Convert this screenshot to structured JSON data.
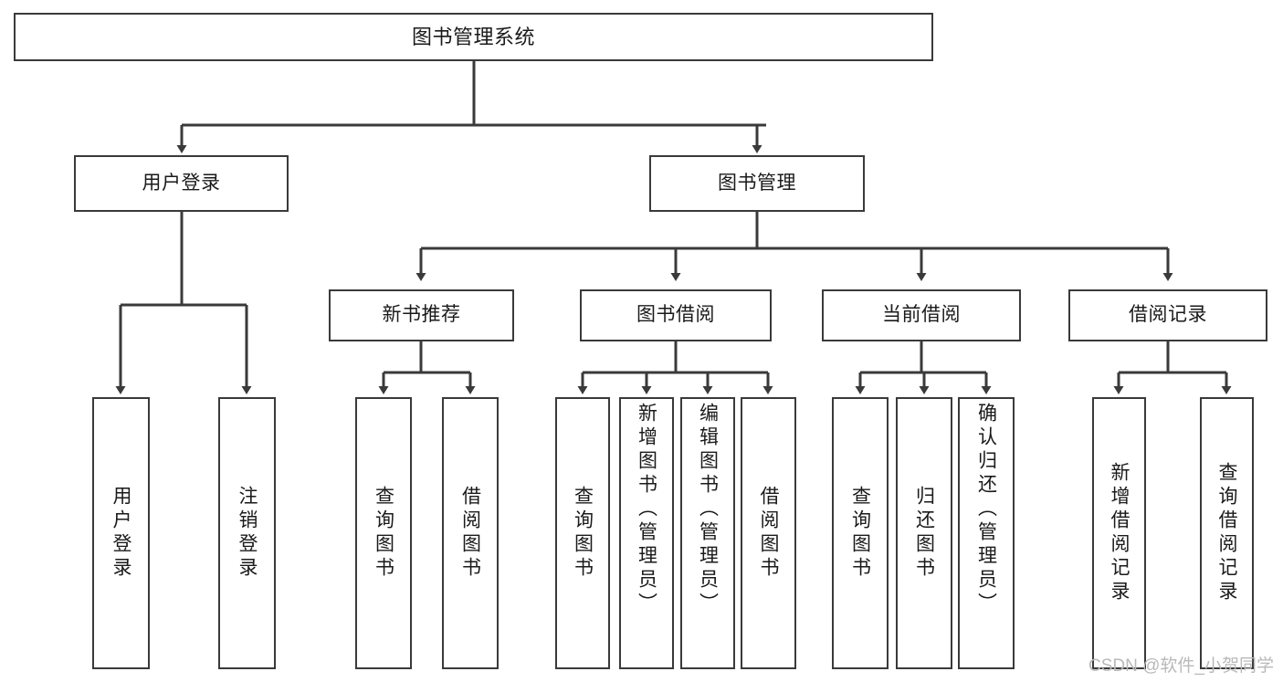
{
  "diagram": {
    "title": "图书管理系统",
    "root": {
      "id": "root",
      "label": "图书管理系统"
    },
    "level2": [
      {
        "id": "user-login",
        "label": "用户登录"
      },
      {
        "id": "book-manage",
        "label": "图书管理"
      }
    ],
    "level3": [
      {
        "id": "new-book-recommend",
        "label": "新书推荐"
      },
      {
        "id": "book-borrow",
        "label": "图书借阅"
      },
      {
        "id": "current-borrow",
        "label": "当前借阅"
      },
      {
        "id": "borrow-record",
        "label": "借阅记录"
      }
    ],
    "leaves": {
      "user_login": [
        {
          "id": "leaf-user-login",
          "label": "用户登录"
        },
        {
          "id": "leaf-user-logout",
          "label": "注销登录"
        }
      ],
      "new_book_recommend": [
        {
          "id": "leaf-query-book-1",
          "label": "查询图书"
        },
        {
          "id": "leaf-borrow-book-1",
          "label": "借阅图书"
        }
      ],
      "book_borrow": [
        {
          "id": "leaf-query-book-2",
          "label": "查询图书"
        },
        {
          "id": "leaf-add-book",
          "label": "新增图书（管理员）"
        },
        {
          "id": "leaf-edit-book",
          "label": "编辑图书（管理员）"
        },
        {
          "id": "leaf-borrow-book-2",
          "label": "借阅图书"
        }
      ],
      "current_borrow": [
        {
          "id": "leaf-query-book-3",
          "label": "查询图书"
        },
        {
          "id": "leaf-return-book",
          "label": "归还图书"
        },
        {
          "id": "leaf-confirm-return",
          "label": "确认归还（管理员）"
        }
      ],
      "borrow_record": [
        {
          "id": "leaf-add-record",
          "label": "新增借阅记录"
        },
        {
          "id": "leaf-query-record",
          "label": "查询借阅记录"
        }
      ]
    },
    "watermark": "CSDN @软件_小贺同学",
    "colors": {
      "border": "#3a3a3a",
      "text": "#1a1a1a",
      "background": "#ffffff",
      "watermark": "#b9b9b9"
    }
  }
}
